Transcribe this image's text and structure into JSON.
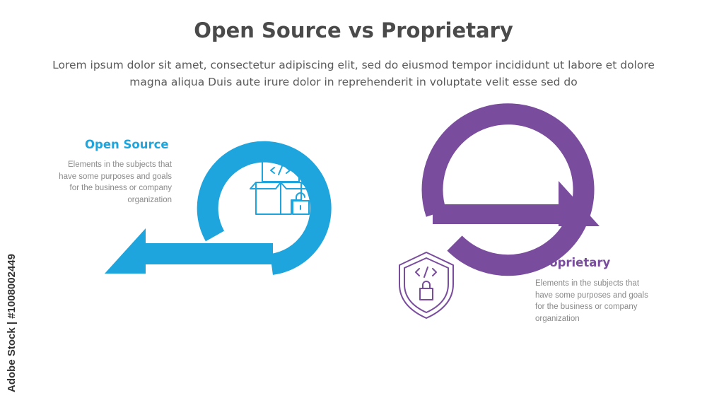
{
  "title": "Open Source vs Proprietary",
  "subtitle": "Lorem ipsum dolor sit amet, consectetur adipiscing elit, sed do eiusmod tempor incididunt ut labore et dolore magna aliqua Duis aute irure dolor in reprehenderit in voluptate velit esse sed do",
  "open_source": {
    "heading": "Open Source",
    "description": "Elements in the subjects that have some purposes and goals for the business or company organization",
    "color": "#1ea5dd",
    "icon": "open-box-code-unlock-icon"
  },
  "proprietary": {
    "heading": "Proprietary",
    "description": "Elements in the subjects that have some purposes and goals for the business or company organization",
    "color": "#7a4c9e",
    "icon": "shield-code-lock-icon"
  },
  "stock_id": "Adobe Stock | #1008002449",
  "watermark": "Adobe Stock"
}
